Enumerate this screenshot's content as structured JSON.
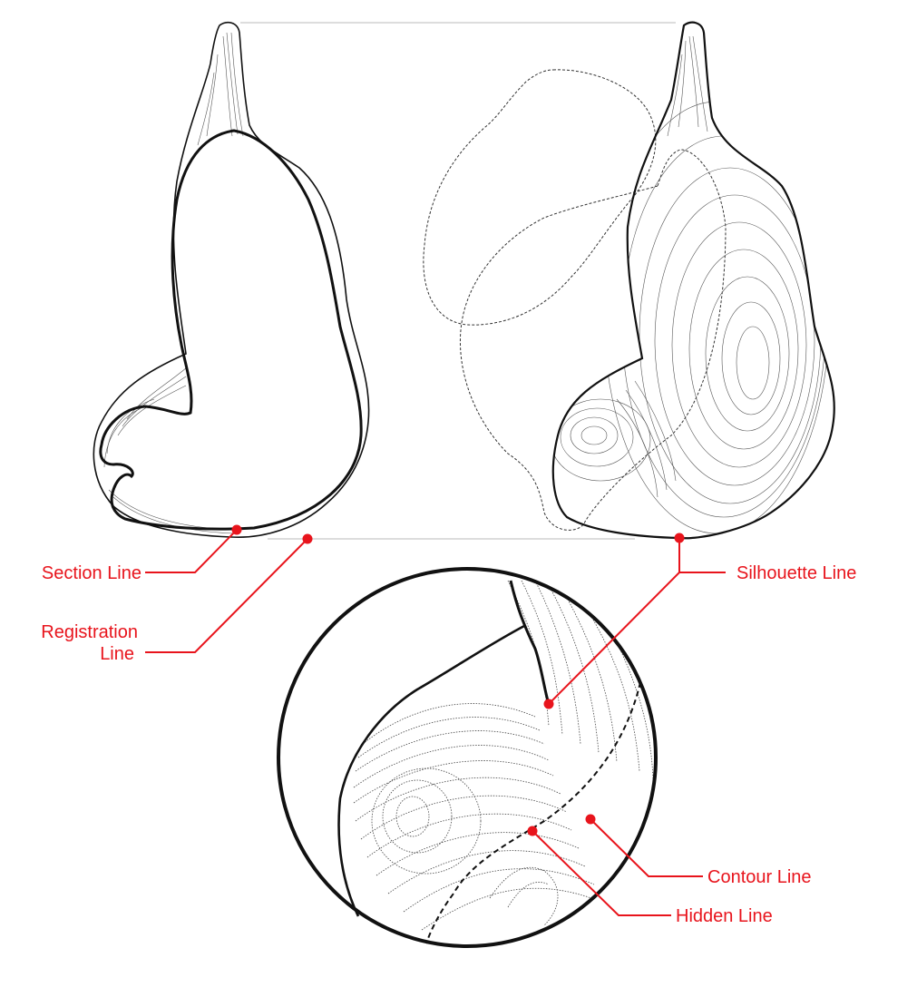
{
  "colors": {
    "annotation": "#e8141c",
    "ink": "#111111",
    "thin_ink": "#555555",
    "registration": "#bbbbbb",
    "background": "#ffffff"
  },
  "labels": {
    "section_line": "Section Line",
    "registration_line_1": "Registration",
    "registration_line_2": "Line",
    "silhouette_line": "Silhouette Line",
    "contour_line": "Contour Line",
    "hidden_line": "Hidden Line"
  }
}
